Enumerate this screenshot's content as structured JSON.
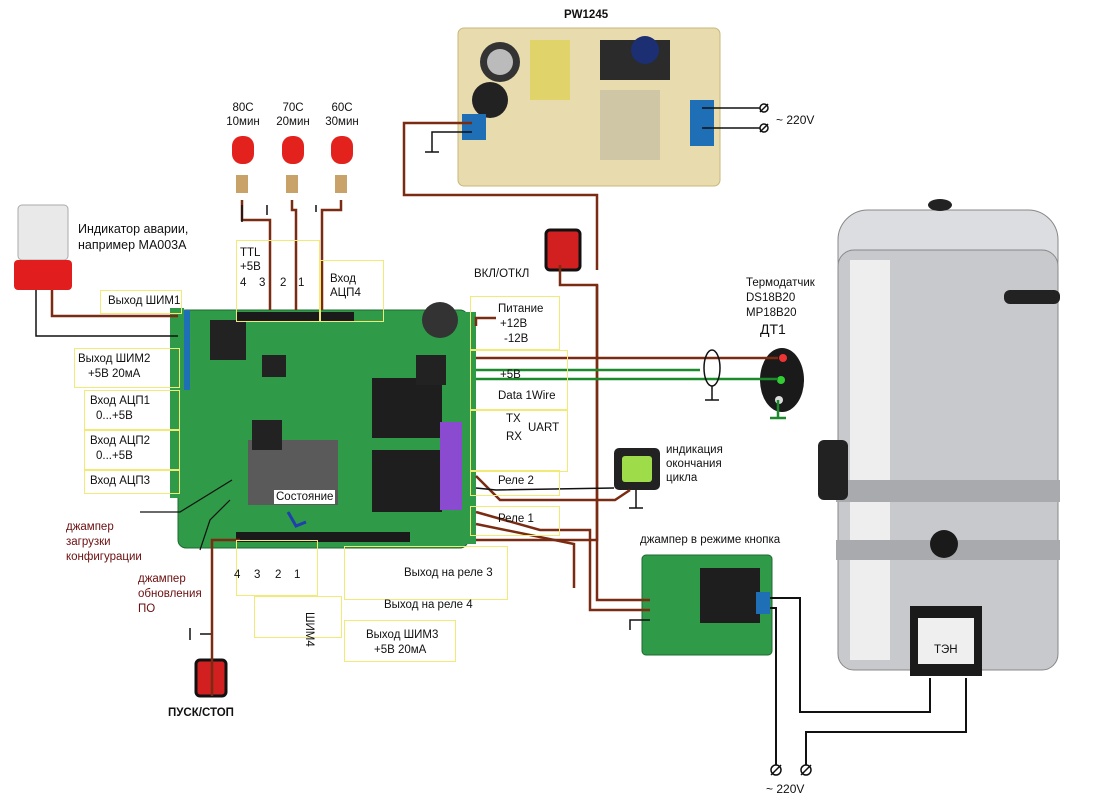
{
  "psu": {
    "title": "PW1245",
    "mains": "~ 220V"
  },
  "leds": [
    {
      "temp": "80C",
      "time": "10мин"
    },
    {
      "temp": "70C",
      "time": "20мин"
    },
    {
      "temp": "60C",
      "time": "30мин"
    }
  ],
  "alarm": {
    "label_line1": "Индикатор аварии,",
    "label_line2": "например МА003А"
  },
  "switches": {
    "power": "ВКЛ/ОТКЛ",
    "start": "ПУСК/СТОП"
  },
  "sensor": {
    "line1": "Термодатчик",
    "line2": "DS18B20",
    "line3": "MP18B20",
    "name": "ДТ1"
  },
  "indicator": {
    "line1": "индикация",
    "line2": "окончания",
    "line3": "цикла"
  },
  "relay_module": {
    "label": "джампер в режиме кнопка"
  },
  "heater": {
    "label": "ТЭН",
    "mains": "~ 220V"
  },
  "board": {
    "ttl_title": "TTL",
    "ttl_sub": "+5В",
    "ttl_pins": [
      "4",
      "3",
      "2",
      "1"
    ],
    "adc4": "Вход АЦП4",
    "pwm1": "Выход ШИМ1",
    "pwm2_line1": "Выход ШИМ2",
    "pwm2_line2": "+5В 20мА",
    "adc1_line1": "Вход АЦП1",
    "adc1_line2": "0...+5В",
    "adc2_line1": "Вход АЦП2",
    "adc2_line2": "0...+5В",
    "adc3": "Вход АЦП3",
    "power_title": "Питание",
    "power_p12": "+12В",
    "power_m12": "-12В",
    "v5": "+5В",
    "data": "Data 1Wire",
    "tx": "TX",
    "rx": "RX",
    "uart": "UART",
    "relay2": "Реле 2",
    "relay1": "Реле 1",
    "state": "Состояние",
    "bottom_pins": [
      "4",
      "3",
      "2",
      "1"
    ],
    "pwm4": "ШИМ4",
    "out_relay3": "Выход на реле 3",
    "out_relay4": "Выход на реле 4",
    "pwm3_line1": "Выход ШИМ3",
    "pwm3_line2": "+5В 20мА"
  },
  "jumpers": {
    "config_line1": "джампер",
    "config_line2": "загрузки",
    "config_line3": "конфигурации",
    "update_line1": "джампер",
    "update_line2": "обновления",
    "update_line3": "ПО"
  }
}
